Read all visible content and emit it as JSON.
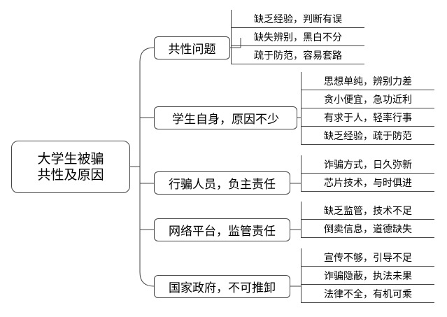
{
  "root": {
    "line1": "大学生被骗",
    "line2": "共性及原因"
  },
  "branches": [
    {
      "label": "共性问题",
      "leaves": [
        "缺乏经验，判断有误",
        "缺失辨别，黑白不分",
        "疏于防范，容易套路"
      ]
    },
    {
      "label": "学生自身，原因不少",
      "leaves": [
        "思想单纯，辨别力差",
        "贪小便宜，急功近利",
        "有求于人，轻率行事",
        "缺乏经验，疏于防范"
      ]
    },
    {
      "label": "行骗人员，负主责任",
      "leaves": [
        "诈骗方式，日久弥新",
        "芯片技术，与时俱进"
      ]
    },
    {
      "label": "网络平台，监管责任",
      "leaves": [
        "缺乏监管，技术不足",
        "倒卖信息，道德缺失"
      ]
    },
    {
      "label": "国家政府，不可推卸",
      "leaves": [
        "宣传不够，引导不足",
        "诈骗隐蔽，执法未果",
        "法律不全，有机可乘"
      ]
    }
  ]
}
